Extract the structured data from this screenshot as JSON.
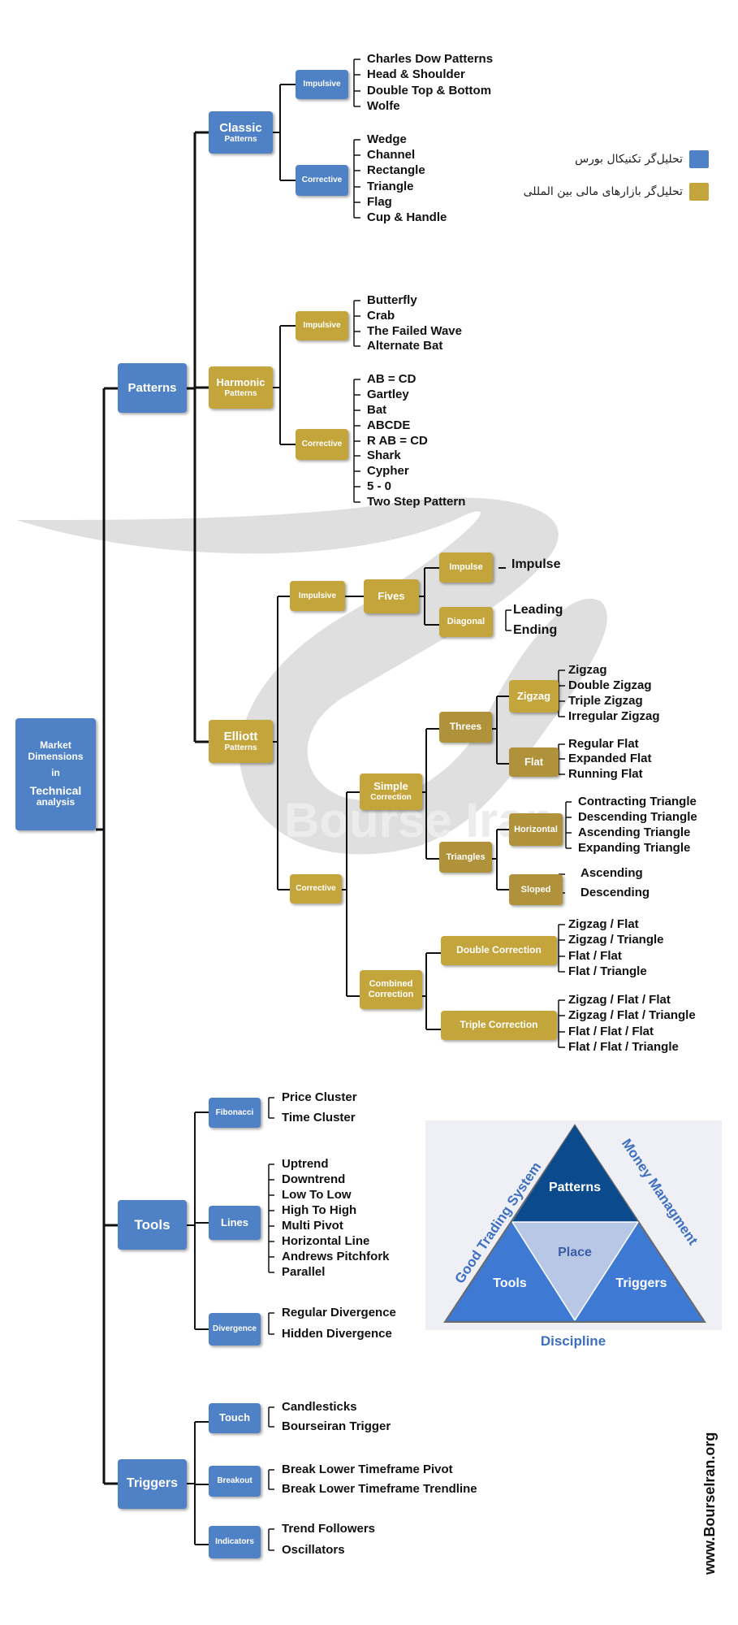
{
  "root": {
    "line1": "Market",
    "line2": "Dimensions",
    "line3": "in",
    "line4": "Technical",
    "line5": "analysis"
  },
  "level1": {
    "patterns": "Patterns",
    "tools": "Tools",
    "triggers": "Triggers"
  },
  "patterns": {
    "classic": {
      "title": "Classic",
      "sub": "Patterns",
      "impulsive": {
        "label": "Impulsive",
        "items": [
          "Charles Dow Patterns",
          "Head & Shoulder",
          "Double Top & Bottom",
          "Wolfe"
        ]
      },
      "corrective": {
        "label": "Corrective",
        "items": [
          "Wedge",
          "Channel",
          "Rectangle",
          "Triangle",
          "Flag",
          "Cup & Handle"
        ]
      }
    },
    "harmonic": {
      "title": "Harmonic",
      "sub": "Patterns",
      "impulsive": {
        "label": "Impulsive",
        "items": [
          "Butterfly",
          "Crab",
          "The Failed Wave",
          "Alternate Bat"
        ]
      },
      "corrective": {
        "label": "Corrective",
        "items": [
          "AB = CD",
          "Gartley",
          "Bat",
          "ABCDE",
          "R AB = CD",
          "Shark",
          "Cypher",
          "5 - 0",
          "Two Step Pattern"
        ]
      }
    },
    "elliott": {
      "title": "Elliott",
      "sub": "Patterns",
      "impulsive": "Impulsive",
      "fives": "Fives",
      "impulse": {
        "label": "Impulse",
        "items": [
          "Impulse"
        ]
      },
      "diagonal": {
        "label": "Diagonal",
        "items": [
          "Leading",
          "Ending"
        ]
      },
      "corrective": "Corrective",
      "simple": {
        "title": "Simple",
        "sub": "Correction"
      },
      "threes": "Threes",
      "zigzag": {
        "label": "Zigzag",
        "items": [
          "Zigzag",
          "Double Zigzag",
          "Triple Zigzag",
          "Irregular Zigzag"
        ]
      },
      "flat": {
        "label": "Flat",
        "items": [
          "Regular Flat",
          "Expanded Flat",
          "Running Flat"
        ]
      },
      "triangles": "Triangles",
      "horizontal": {
        "label": "Horizontal",
        "items": [
          "Contracting Triangle",
          "Descending Triangle",
          "Ascending Triangle",
          "Expanding Triangle"
        ]
      },
      "sloped": {
        "label": "Sloped",
        "items": [
          "Ascending",
          "Descending"
        ]
      },
      "combined": {
        "title": "Combined",
        "sub": "Correction"
      },
      "double": {
        "label": "Double  Correction",
        "items": [
          "Zigzag / Flat",
          "Zigzag / Triangle",
          "Flat / Flat",
          "Flat / Triangle"
        ]
      },
      "triple": {
        "label": "Triple  Correction",
        "items": [
          "Zigzag / Flat / Flat",
          "Zigzag / Flat / Triangle",
          "Flat / Flat / Flat",
          "Flat / Flat / Triangle"
        ]
      }
    }
  },
  "tools": {
    "fibonacci": {
      "label": "Fibonacci",
      "items": [
        "Price Cluster",
        "Time Cluster"
      ]
    },
    "lines": {
      "label": "Lines",
      "items": [
        "Uptrend",
        "Downtrend",
        "Low To Low",
        "High To High",
        "Multi Pivot",
        "Horizontal Line",
        "Andrews Pitchfork",
        "Parallel"
      ]
    },
    "divergence": {
      "label": "Divergence",
      "items": [
        "Regular Divergence",
        "Hidden  Divergence"
      ]
    }
  },
  "triggers": {
    "touch": {
      "label": "Touch",
      "items": [
        "Candlesticks",
        "Bourseiran Trigger"
      ]
    },
    "breakout": {
      "label": "Breakout",
      "items": [
        "Break Lower Timeframe Pivot",
        "Break Lower Timeframe Trendline"
      ]
    },
    "indicators": {
      "label": "Indicators",
      "items": [
        "Trend Followers",
        "Oscillators"
      ]
    }
  },
  "legend": [
    {
      "text": "تحلیل‌گر تکنیکال بورس",
      "color": "#4f81c6"
    },
    {
      "text": "تحلیل‌گر بازارهای مالی بین المللی",
      "color": "#c4a53c"
    }
  ],
  "triangle": {
    "top": "Patterns",
    "center": "Place",
    "left": "Tools",
    "right": "Triggers",
    "side_left": "Good Trading System",
    "side_right": "Money Managment",
    "bottom": "Discipline"
  },
  "watermark": "Bourse Iran",
  "website": "www.BourseIran.org"
}
